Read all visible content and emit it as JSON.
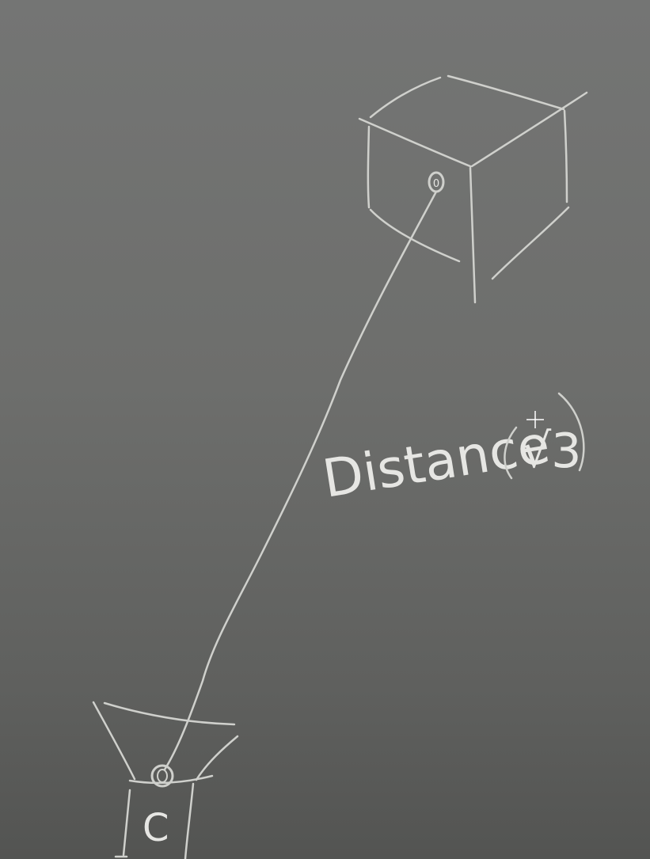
{
  "diagram": {
    "distance_label": "Distance",
    "distance_value": "√3",
    "camera_label": "C",
    "point_glyph": "0",
    "colors": {
      "chalk": "#e6e6e3",
      "chalk_dim": "#cfd0cc"
    },
    "icons": {
      "cursor": "crosshair-icon"
    }
  }
}
